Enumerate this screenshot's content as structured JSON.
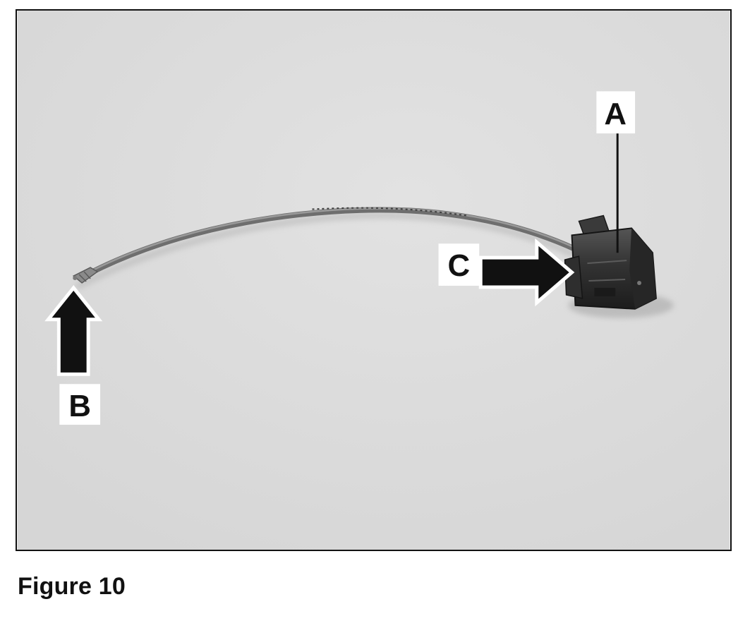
{
  "figure": {
    "caption": "Figure 10",
    "callouts": {
      "a": "A",
      "b": "B",
      "c": "C"
    }
  },
  "colors": {
    "photo_background": "#dcdcdc",
    "frame": "#111111",
    "callout_box": "#ffffff",
    "callout_text": "#111111",
    "part_dark": "#2b2b2b"
  }
}
